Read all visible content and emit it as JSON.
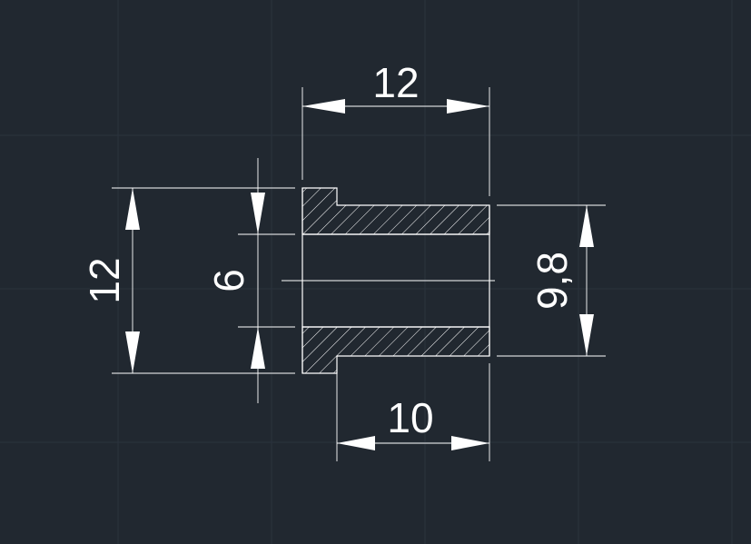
{
  "drawing": {
    "background_color": "#212830",
    "line_color": "#ffffff",
    "grid_color": "#2a333d",
    "dimensions": {
      "top_width": "12",
      "left_height": "12",
      "bore": "6",
      "right_diameter": "9,8",
      "bottom_width": "10"
    }
  }
}
